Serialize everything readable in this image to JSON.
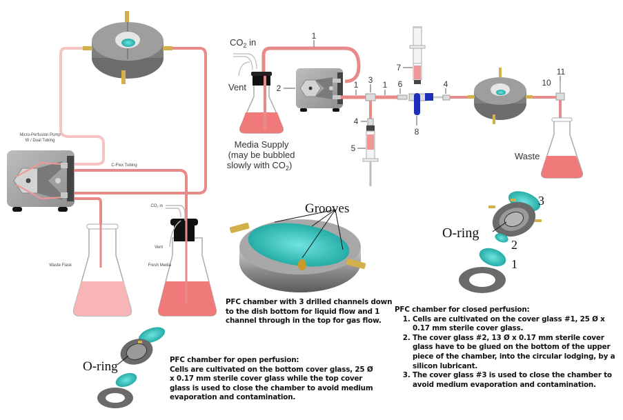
{
  "left_setup": {
    "pump_label_line1": "Micro-Perfusion Pump",
    "pump_label_line2": "W / Dual Tubing",
    "tubing_label": "C-Flex Tubing",
    "co2_label": "CO₂ in",
    "vent_label": "Vent",
    "waste_flask_label": "Waste Flask",
    "fresh_media_label": "Fresh Media"
  },
  "right_setup": {
    "co2_in": "CO",
    "co2_sub": "2",
    "co2_in_suffix": " in",
    "vent": "Vent",
    "media_supply_line1": "Media Supply",
    "media_supply_line2": "(may be bubbled",
    "media_supply_line3": "slowly with CO",
    "media_supply_line3_sub": "2",
    "media_supply_line3_end": ")",
    "waste": "Waste",
    "callouts": [
      "1",
      "2",
      "1",
      "3",
      "1",
      "6",
      "4",
      "5",
      "7",
      "8",
      "4",
      "10",
      "11"
    ]
  },
  "grooves_chamber": {
    "label": "Grooves",
    "caption": "PFC chamber with 3 drilled channels down to the dish bottom for liquid flow and 1 channel through in the top for gas flow."
  },
  "closed_chamber": {
    "oring_label": "O-ring",
    "part_labels": [
      "3",
      "2",
      "1"
    ],
    "caption_title": "PFC chamber for closed perfusion:",
    "caption_items": [
      "Cells are cultivated on the cover glass #1, 25 Ø x 0.17 mm sterile cover glass.",
      "The cover glass #2, 13 Ø x 0.17 mm sterile cover glass have to be glued on the bottom of the upper piece of the chamber, into the circular lodging, by a silicon lubricant.",
      "The cover glass #3 is used to close the chamber to avoid medium evaporation and contamination."
    ]
  },
  "open_chamber": {
    "oring_label": "O-ring",
    "caption_title": "PFC chamber for open perfusion:",
    "caption_body": "Cells are cultivated on the bottom cover glass, 25 Ø x 0.17 mm sterile cover glass while the top cover glass is used to close the chamber to avoid medium evaporation and contamination."
  },
  "colors": {
    "tubing": "#e98a8a",
    "tubing_light": "#f4c4c4",
    "media": "#f07a7a",
    "waste_media": "#f7b5b8",
    "chamber_gray": "#8a8a8a",
    "cover_glass": "#1fa59a",
    "brass": "#d4b04a",
    "valve_blue": "#1c2fb8"
  }
}
